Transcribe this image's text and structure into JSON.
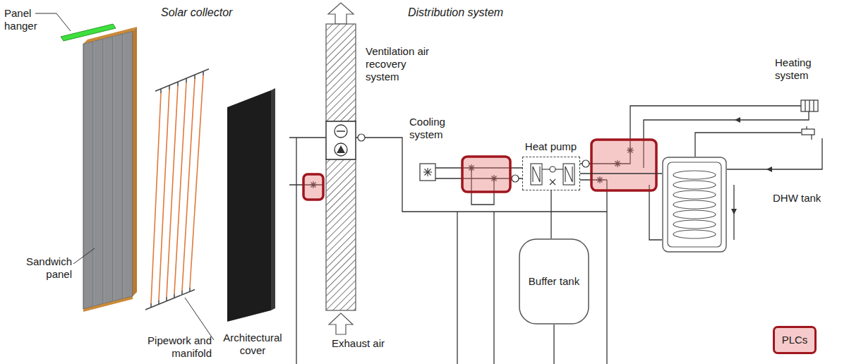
{
  "diagram": {
    "nodes": [
      {
        "text": [
          "Heat pump"
        ]
      },
      {
        "text": [
          "DHW tank"
        ]
      },
      {
        "text": [
          "Buffer tank"
        ]
      }
    ],
    "edges": [
      {
        "from": 0,
        "to": 1,
        "arrow": "none"
      },
      {
        "from": 2,
        "to": 0,
        "arrow": "none"
      }
    ],
    "labels": [
      "Panel hanger",
      "Solar collector",
      "Distribution system",
      "Ventilation air recovery system",
      "Heating system",
      "Cooling system",
      "Sandwich panel",
      "Exhaust air",
      "Pipework and manifold",
      "Architectural cover"
    ],
    "legend": [
      {
        "text": "PLCs",
        "color": "#f6caca"
      }
    ]
  }
}
